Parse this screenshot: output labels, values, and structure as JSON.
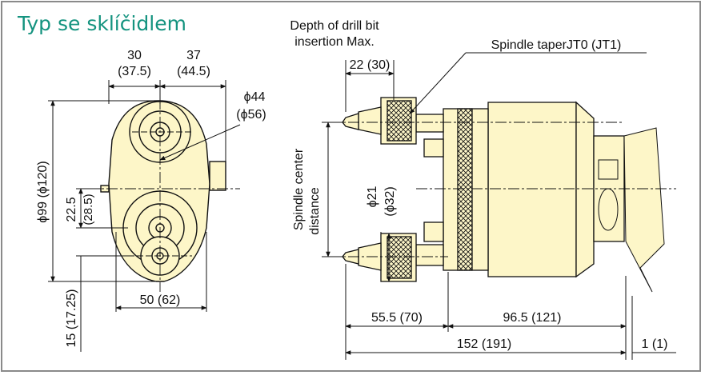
{
  "title": "Typ se sklíčidlem",
  "colors": {
    "body_fill": "#fdf6c8",
    "line": "#111111",
    "title": "#14937f",
    "frame": "#8a8a8a"
  },
  "front_view": {
    "dim_top_left": "30",
    "dim_top_left_alt": "(37.5)",
    "dim_top_right": "37",
    "dim_top_right_alt": "(44.5)",
    "dim_radius": "ϕ44",
    "dim_radius_alt": "(ϕ56)",
    "dim_height": "ϕ99 (ϕ120)",
    "dim_offset": "22.5",
    "dim_offset_alt": "(28.5)",
    "dim_lower": "15 (17.25)",
    "dim_width": "50 (62)"
  },
  "side_view": {
    "depth_label_line1": "Depth of drill bit",
    "depth_label_line2": "insertion Max.",
    "depth_value": "22 (30)",
    "spindle_label": "Spindle taperJT0 (JT1)",
    "center_distance_line1": "Spindle center",
    "center_distance_line2": "distance",
    "dim_chuck": "ϕ21",
    "dim_chuck_alt": "(ϕ32)",
    "dim_len_a": "55.5 (70)",
    "dim_len_b": "96.5 (121)",
    "dim_len_total": "152 (191)",
    "dim_len_tail": "1 (1)"
  }
}
